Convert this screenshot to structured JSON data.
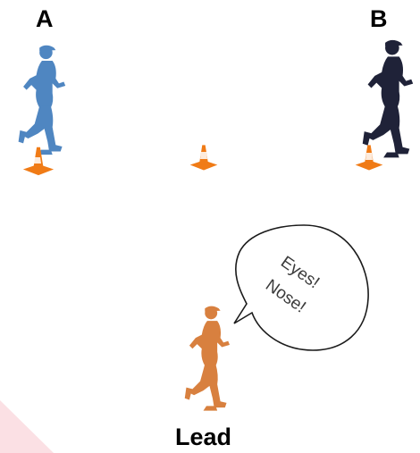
{
  "players": {
    "a": {
      "label": "A",
      "color": "#4f86c1"
    },
    "b": {
      "label": "B",
      "color": "#1f2238"
    },
    "lead": {
      "label": "Lead",
      "color": "#d8803f"
    }
  },
  "speech_bubble": {
    "line1": "Eyes!",
    "line2": "Nose!"
  },
  "cones": {
    "color": "#f07b16",
    "count": 3
  },
  "accent": {
    "corner_color": "#fbe0e4"
  }
}
